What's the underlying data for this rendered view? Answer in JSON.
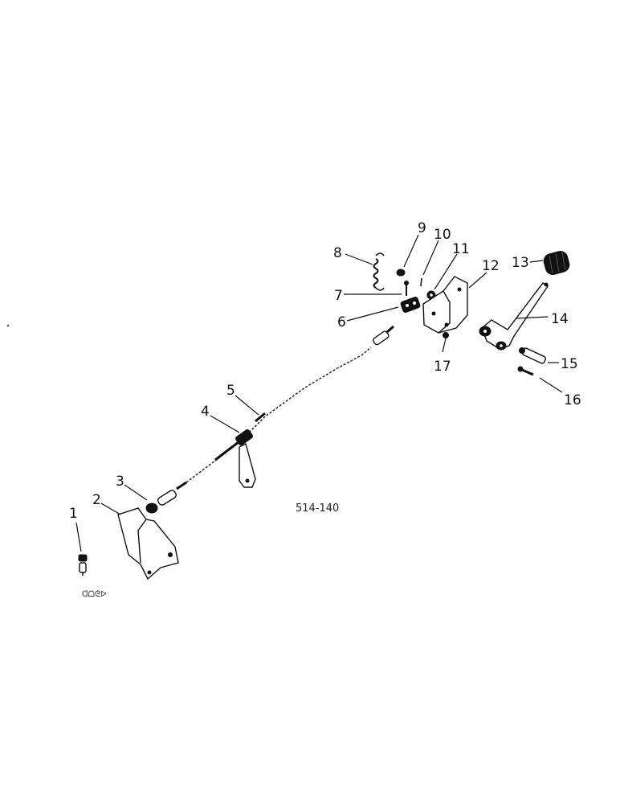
{
  "diagram": {
    "drawing_code": "514-140",
    "corner_mark": "ᗡᗝᘓᐅ",
    "callouts": [
      "1",
      "2",
      "3",
      "4",
      "5",
      "6",
      "7",
      "8",
      "9",
      "10",
      "11",
      "12",
      "13",
      "14",
      "15",
      "16",
      "17"
    ]
  }
}
